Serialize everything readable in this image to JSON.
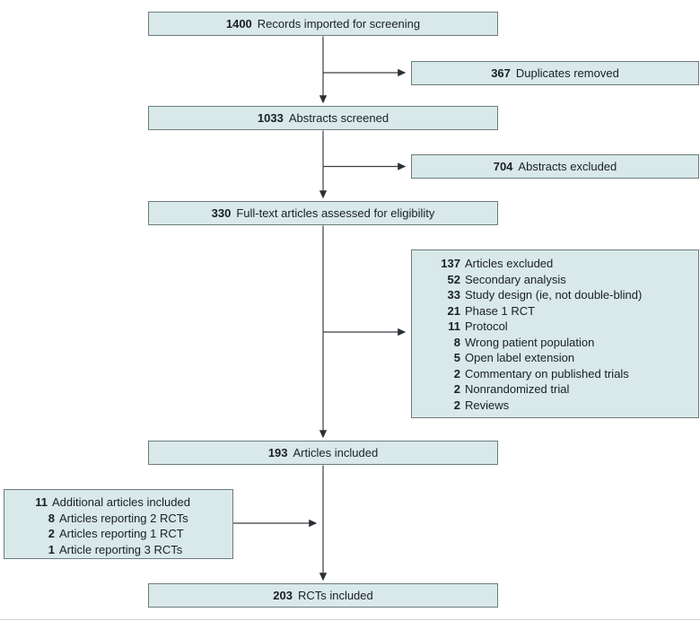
{
  "diagram": {
    "kind": "study-selection-flowchart",
    "colors": {
      "box_fill": "#d9e8e9",
      "box_border": "#6d7c7d",
      "arrow": "#3a3f44",
      "text": "#1a1f26"
    },
    "main_flow": [
      {
        "value": "1400",
        "label": "Records imported for screening"
      },
      {
        "value": "1033",
        "label": "Abstracts screened"
      },
      {
        "value": "330",
        "label": "Full-text articles assessed for eligibility"
      },
      {
        "value": "193",
        "label": "Articles included"
      },
      {
        "value": "203",
        "label": "RCTs included"
      }
    ],
    "duplicates_removed": {
      "value": "367",
      "label": "Duplicates removed"
    },
    "abstracts_excluded": {
      "value": "704",
      "label": "Abstracts excluded"
    },
    "articles_excluded": {
      "rows": [
        {
          "value": "137",
          "label": "Articles excluded"
        },
        {
          "value": "52",
          "label": "Secondary analysis"
        },
        {
          "value": "33",
          "label": "Study design (ie, not double-blind)"
        },
        {
          "value": "21",
          "label": "Phase 1 RCT"
        },
        {
          "value": "11",
          "label": "Protocol"
        },
        {
          "value": "8",
          "label": "Wrong patient population"
        },
        {
          "value": "5",
          "label": "Open label extension"
        },
        {
          "value": "2",
          "label": "Commentary on published trials"
        },
        {
          "value": "2",
          "label": "Nonrandomized trial"
        },
        {
          "value": "2",
          "label": "Reviews"
        }
      ]
    },
    "additional_articles": {
      "rows": [
        {
          "value": "11",
          "label": "Additional articles included"
        },
        {
          "value": "8",
          "label": "Articles reporting 2 RCTs"
        },
        {
          "value": "2",
          "label": "Articles reporting 1 RCT"
        },
        {
          "value": "1",
          "label": "Article reporting 3 RCTs"
        }
      ]
    }
  }
}
